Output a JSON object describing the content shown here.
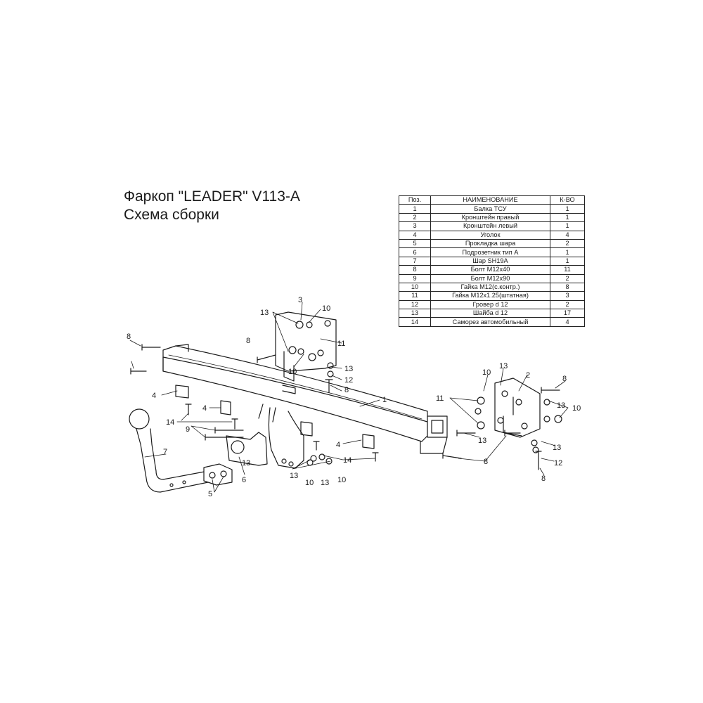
{
  "title": "Фаркоп \"LEADER\" V113-A",
  "subtitle": "Схема сборки",
  "table": {
    "headers": [
      "Поз.",
      "НАИМЕНОВАНИЕ",
      "К-ВО"
    ],
    "rows": [
      [
        "1",
        "Балка ТСУ",
        "1"
      ],
      [
        "2",
        "Кронштейн правый",
        "1"
      ],
      [
        "3",
        "Кронштейн левый",
        "1"
      ],
      [
        "4",
        "Уголок",
        "4"
      ],
      [
        "5",
        "Прокладка шара",
        "2"
      ],
      [
        "6",
        "Подрозетник тип А",
        "1"
      ],
      [
        "7",
        "Шар SH19A",
        "1"
      ],
      [
        "8",
        "Болт М12х40",
        "11"
      ],
      [
        "9",
        "Болт М12х90",
        "2"
      ],
      [
        "10",
        "Гайка М12(с.контр.)",
        "8"
      ],
      [
        "11",
        "Гайка  М12х1.25(штатная)",
        "3"
      ],
      [
        "12",
        "Гровер d 12",
        "2"
      ],
      [
        "13",
        "Шайба d 12",
        "17"
      ],
      [
        "14",
        "Саморез автомобильный",
        "4"
      ]
    ]
  },
  "callouts": [
    "1",
    "2",
    "3",
    "4",
    "5",
    "6",
    "7",
    "8",
    "9",
    "10",
    "11",
    "12",
    "13",
    "14"
  ]
}
